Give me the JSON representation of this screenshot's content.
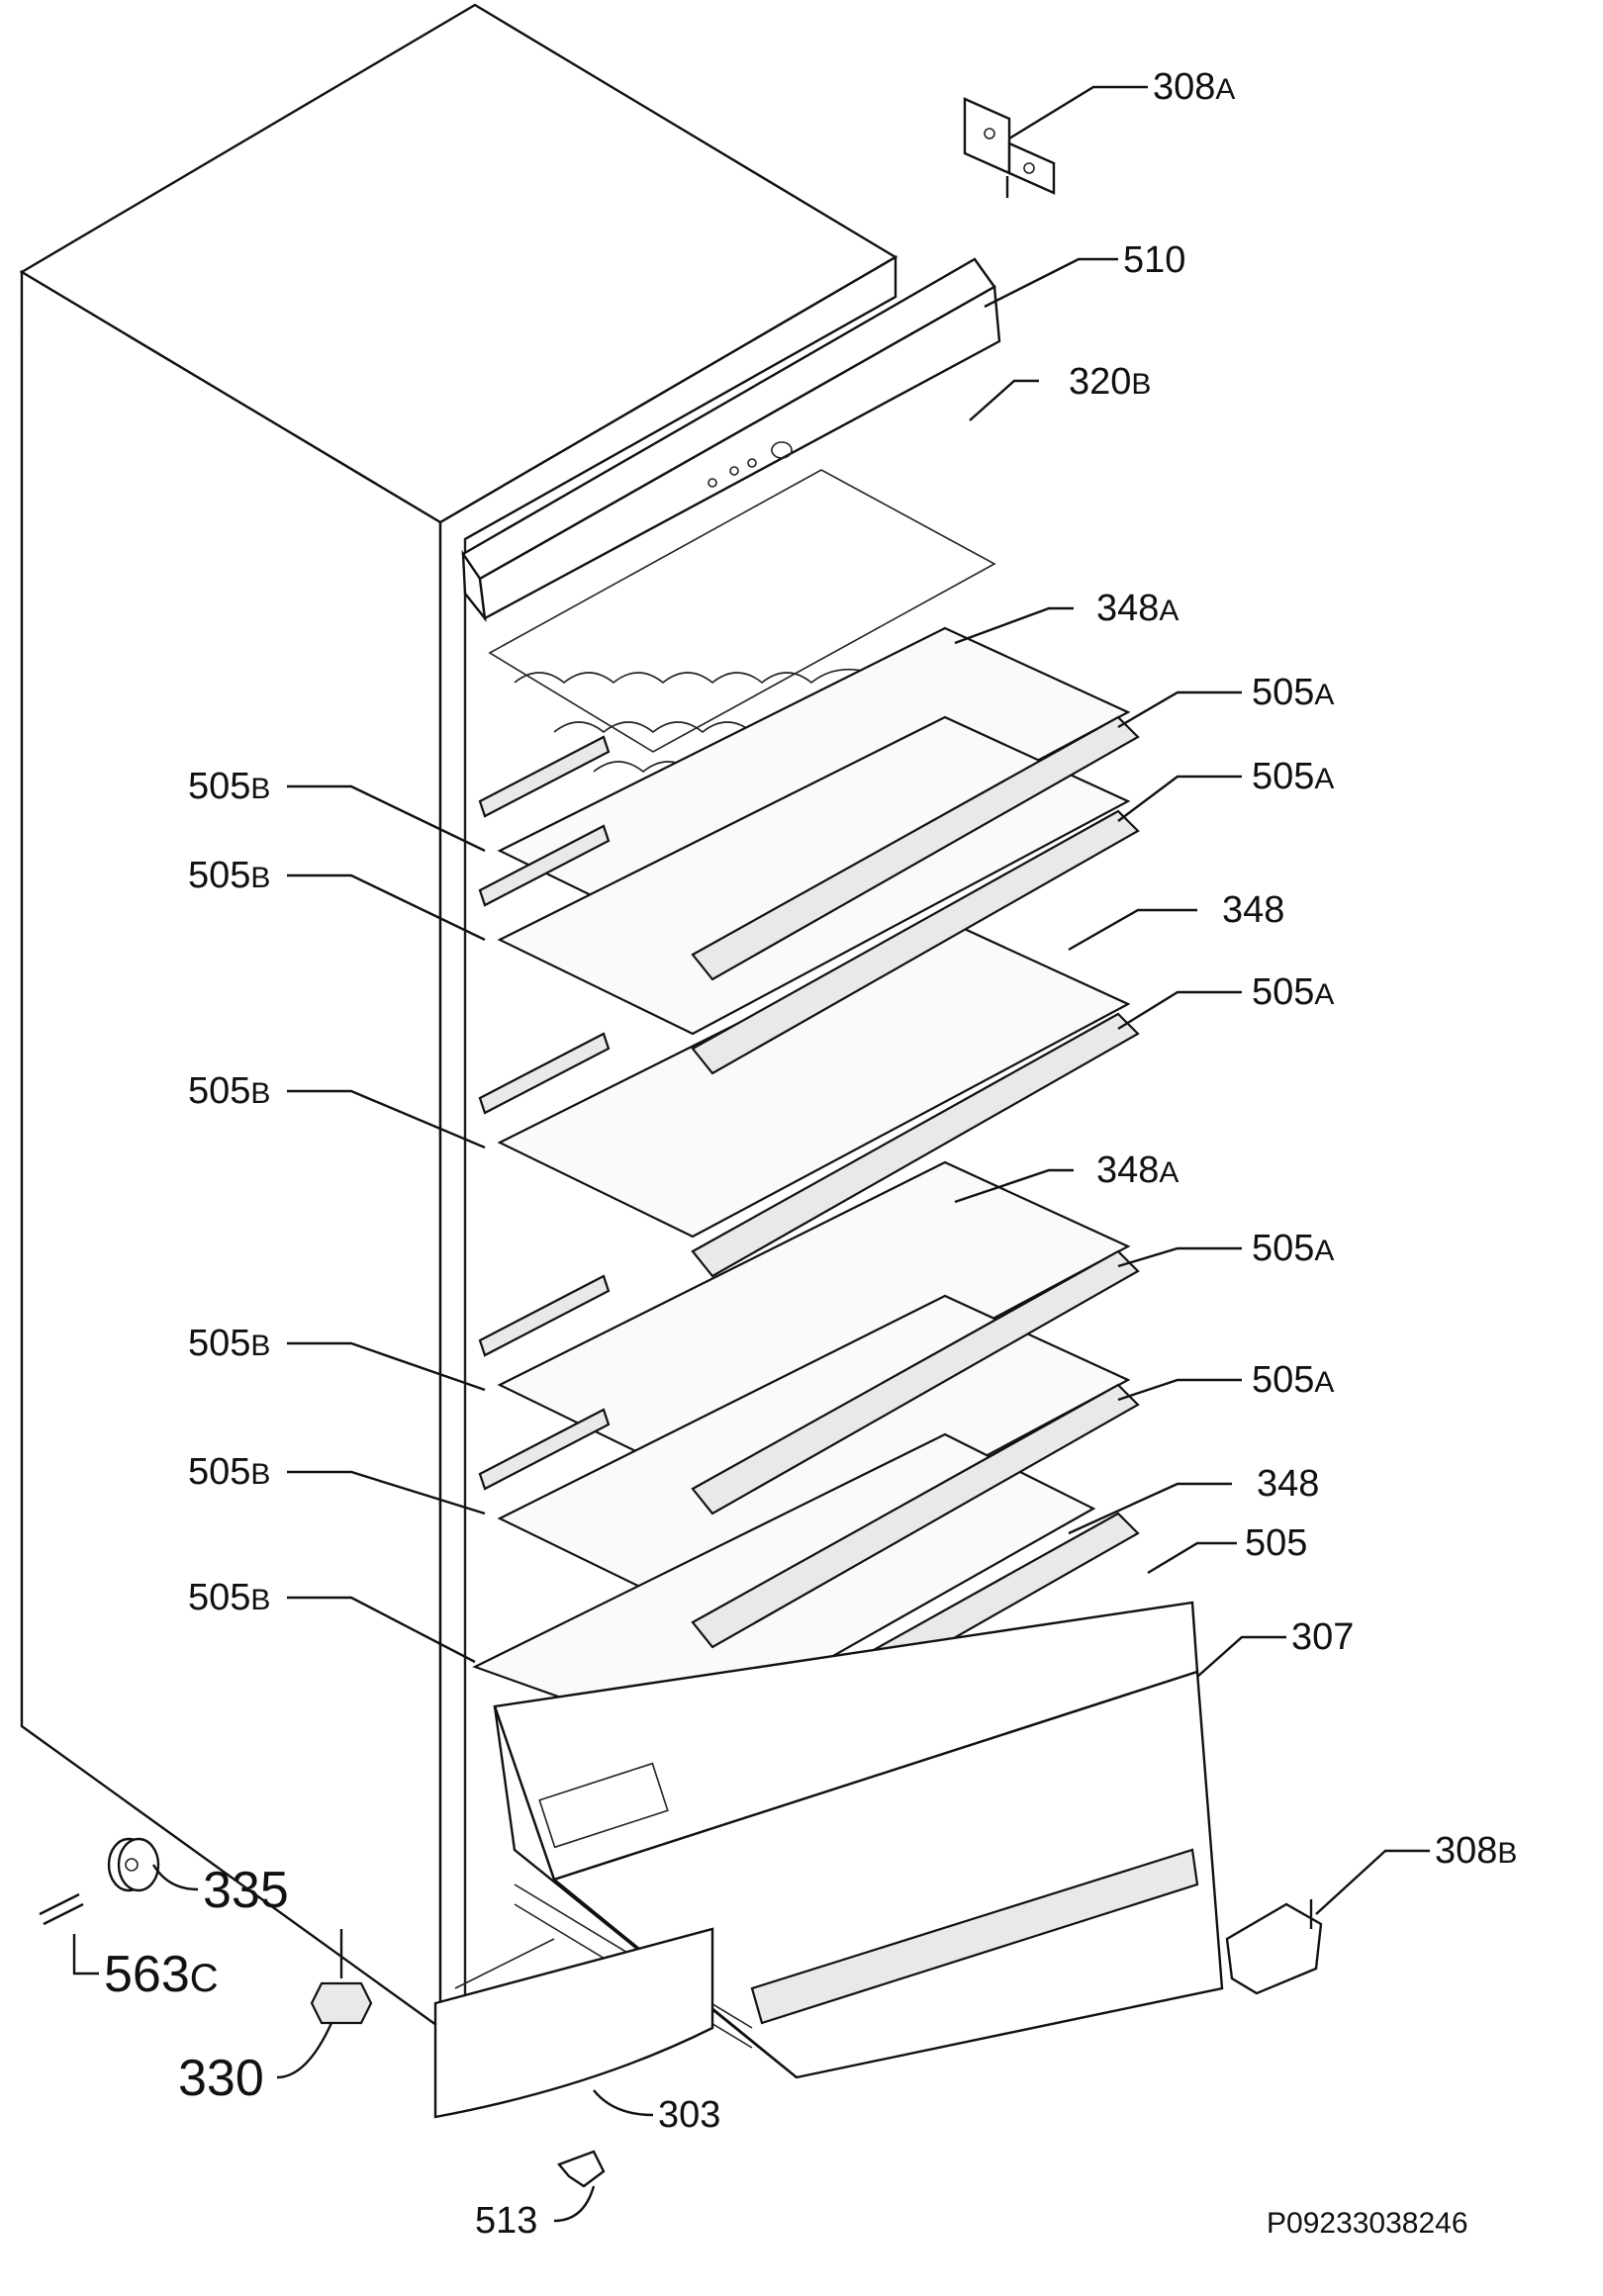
{
  "diagram": {
    "reference_code": "P09233038246",
    "callouts": [
      {
        "id": "308a",
        "num": "308",
        "suffix": "A"
      },
      {
        "id": "510",
        "num": "510",
        "suffix": ""
      },
      {
        "id": "320b",
        "num": "320",
        "suffix": "B"
      },
      {
        "id": "348a-top",
        "num": "348",
        "suffix": "A"
      },
      {
        "id": "505a-1",
        "num": "505",
        "suffix": "A"
      },
      {
        "id": "505a-2",
        "num": "505",
        "suffix": "A"
      },
      {
        "id": "348-mid",
        "num": "348",
        "suffix": ""
      },
      {
        "id": "505a-3",
        "num": "505",
        "suffix": "A"
      },
      {
        "id": "348a-mid",
        "num": "348",
        "suffix": "A"
      },
      {
        "id": "505a-4",
        "num": "505",
        "suffix": "A"
      },
      {
        "id": "505a-5",
        "num": "505",
        "suffix": "A"
      },
      {
        "id": "348-low",
        "num": "348",
        "suffix": ""
      },
      {
        "id": "505",
        "num": "505",
        "suffix": ""
      },
      {
        "id": "307",
        "num": "307",
        "suffix": ""
      },
      {
        "id": "505b-1",
        "num": "505",
        "suffix": "B"
      },
      {
        "id": "505b-2",
        "num": "505",
        "suffix": "B"
      },
      {
        "id": "505b-3",
        "num": "505",
        "suffix": "B"
      },
      {
        "id": "505b-4",
        "num": "505",
        "suffix": "B"
      },
      {
        "id": "505b-5",
        "num": "505",
        "suffix": "B"
      },
      {
        "id": "505b-6",
        "num": "505",
        "suffix": "B"
      },
      {
        "id": "308b",
        "num": "308",
        "suffix": "B"
      },
      {
        "id": "335",
        "num": "335",
        "suffix": ""
      },
      {
        "id": "563c",
        "num": "563",
        "suffix": "C"
      },
      {
        "id": "330",
        "num": "330",
        "suffix": ""
      },
      {
        "id": "303",
        "num": "303",
        "suffix": ""
      },
      {
        "id": "513",
        "num": "513",
        "suffix": ""
      }
    ]
  }
}
